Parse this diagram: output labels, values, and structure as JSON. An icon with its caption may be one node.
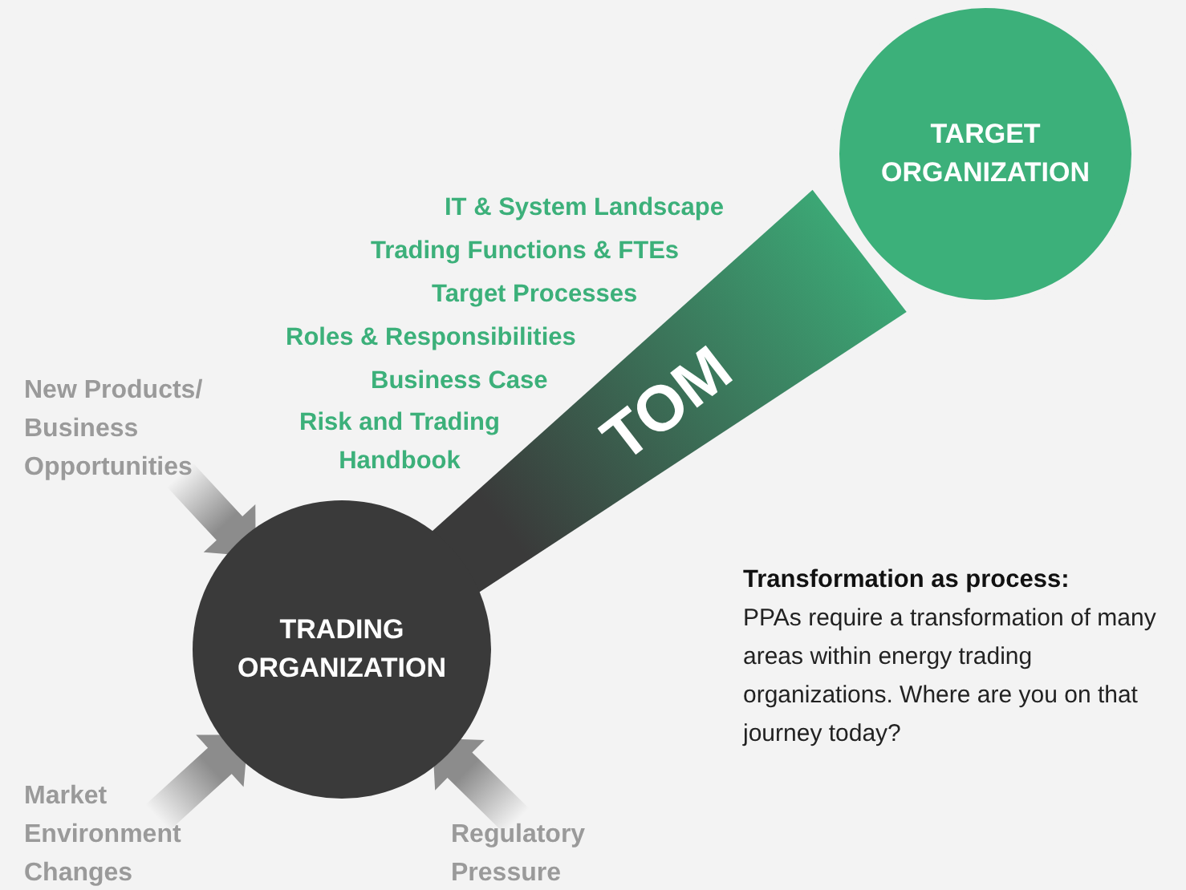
{
  "diagram": {
    "nodes": [
      {
        "text": [
          "TARGET ORGANIZATION"
        ]
      },
      {
        "text": [
          "TRADING ORGANIZATION"
        ]
      },
      {
        "text": [
          "New Products/ Business Opportunities"
        ]
      },
      {
        "text": [
          "Market Environment Changes"
        ]
      },
      {
        "text": [
          "Regulatory Pressure"
        ]
      }
    ],
    "edges": [
      {
        "from": 1,
        "to": 0,
        "arrow": "none",
        "label": "TOM",
        "style": "thick",
        "color": "#3cb07a"
      },
      {
        "from": 2,
        "to": 1,
        "arrow": "to"
      },
      {
        "from": 3,
        "to": 1,
        "arrow": "to"
      },
      {
        "from": 4,
        "to": 1,
        "arrow": "to"
      }
    ],
    "labels": [
      "IT & System Landscape",
      "Trading Functions & FTEs",
      "Target Processes",
      "Roles & Responsibilities",
      "Business Case",
      "Risk and Trading Handbook",
      "Transformation as process:",
      "PPAs require a transformation of many areas within energy trading organizations. Where are you on that journey today?"
    ]
  }
}
